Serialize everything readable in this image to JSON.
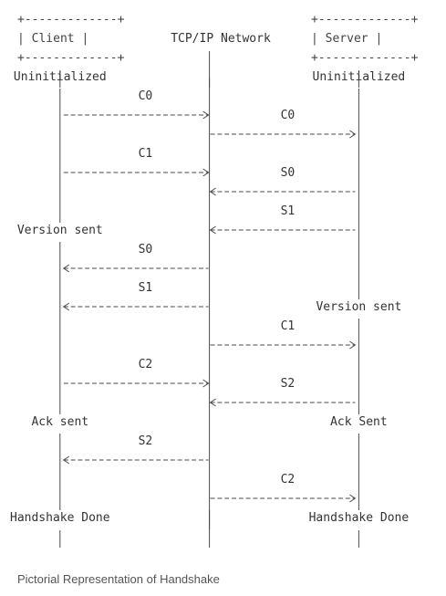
{
  "title": "Pictorial Representation of Handshake",
  "participants": {
    "client": {
      "label": "Client",
      "box_top": "+-------------+",
      "box_middle": "|   Client    |",
      "box_bottom": "+-------------+"
    },
    "network": {
      "label": "TCP/IP Network"
    },
    "server": {
      "label": "Server",
      "box_top": "+-------------+",
      "box_middle": "|   Server    |",
      "box_bottom": "+-------------+"
    }
  },
  "rows": [
    {
      "client": "Uninitialized",
      "server": "Uninitialized"
    },
    {
      "left_label": "C0"
    },
    {
      "left_arrow": "right",
      "right_label": "C0"
    },
    {
      "right_arrow": "right"
    },
    {
      "left_label": "C1"
    },
    {
      "left_arrow": "right",
      "right_label": "S0"
    },
    {
      "right_arrow": "left"
    },
    {
      "right_label": "S1"
    },
    {
      "client": "Version sent",
      "right_arrow": "left"
    },
    {
      "left_label": "S0"
    },
    {
      "left_arrow": "left"
    },
    {
      "left_label": "S1"
    },
    {
      "left_arrow": "left",
      "server": "Version sent"
    },
    {
      "right_label": "C1"
    },
    {
      "right_arrow": "right"
    },
    {
      "left_label": "C2"
    },
    {
      "left_arrow": "right",
      "right_label": "S2"
    },
    {
      "right_arrow": "left"
    },
    {
      "client": "Ack sent",
      "server": "Ack Sent"
    },
    {
      "left_label": "S2"
    },
    {
      "left_arrow": "left"
    },
    {
      "right_label": "C2"
    },
    {
      "right_arrow": "right"
    },
    {
      "client": "Handshake Done",
      "server": "Handshake Done"
    }
  ]
}
